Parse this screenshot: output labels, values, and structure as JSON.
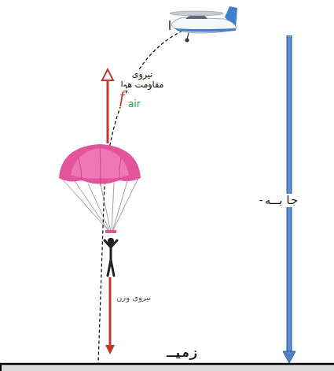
{
  "diagram": {
    "labels": [
      "نیروی مقاومت هوا",
      "f",
      "air",
      "جابـه-",
      "نیروی وزن",
      "زمیـ"
    ]
  }
}
